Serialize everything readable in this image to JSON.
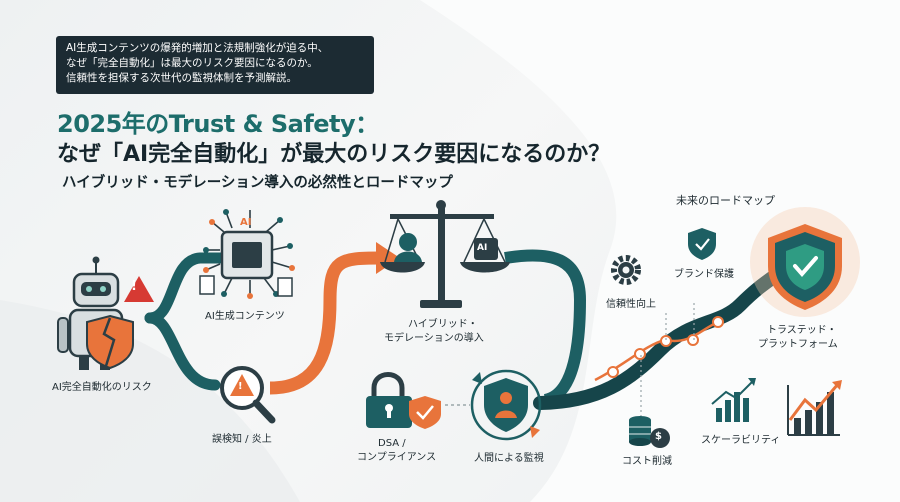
{
  "intro": {
    "line1": "AI生成コンテンツの爆発的増加と法規制強化が迫る中、",
    "line2": "なぜ「完全自動化」は最大のリスク要因になるのか。",
    "line3": "信頼性を担保する次世代の監視体制を予測解説。"
  },
  "title": {
    "line1": "2025年のTrust & Safety：",
    "line2": "なぜ「AI完全自動化」が最大のリスク要因になるのか？",
    "line3": "ハイブリッド・モデレーション導入の必然性とロードマップ"
  },
  "nodes": {
    "ai_generated": "AI生成コンテンツ",
    "ai_automation_risk": "AI完全自動化のリスク",
    "false_detection": "誤検知 / 炎上",
    "hybrid_line1": "ハイブリッド・",
    "hybrid_line2": "モデレーションの導入",
    "dsa_line1": "DSA /",
    "dsa_line2": "コンプライアンス",
    "human_monitoring": "人間による監視"
  },
  "roadmap": {
    "heading": "未来のロードマップ",
    "brand_protection": "ブランド保護",
    "reliability": "信頼性向上",
    "trusted_line1": "トラステッド・",
    "trusted_line2": "プラットフォーム",
    "cost_reduction": "コスト削減",
    "scalability": "スケーラビリティ"
  },
  "icon_text": {
    "ai_chip": "AI",
    "ai_mark": "AI",
    "warning": "!",
    "dollar": "$"
  },
  "colors": {
    "teal": "#1d5f63",
    "teal_dark": "#16454a",
    "orange": "#e8743b",
    "navy": "#1c2b33",
    "green_check": "#2f9c83"
  }
}
